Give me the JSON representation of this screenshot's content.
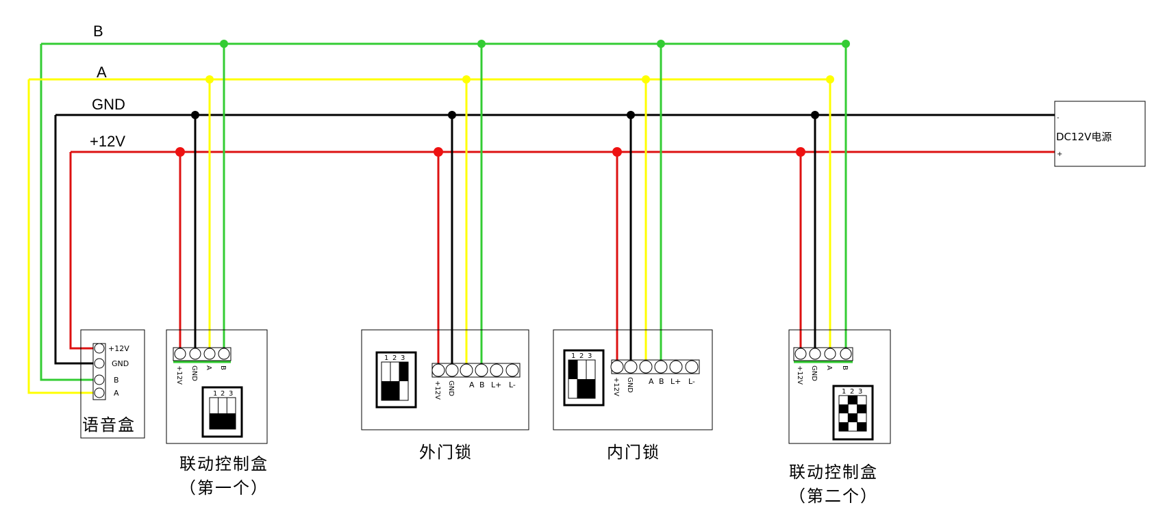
{
  "colors": {
    "wire_b": "#33cc33",
    "wire_a": "#ffff00",
    "wire_gnd": "#000000",
    "wire_12v": "#dd1111",
    "dot_b": "#33cc33",
    "dot_a": "#ffff00",
    "dot_gnd": "#000000",
    "dot_12v": "#ee1111"
  },
  "buses": {
    "b": "B",
    "a": "A",
    "gnd": "GND",
    "v12": "+12V"
  },
  "power_supply": {
    "label": "DC12V电源",
    "minus": "-",
    "plus": "+"
  },
  "voice_box": {
    "label": "语音盒",
    "terminals": [
      "+12V",
      "GND",
      "B",
      "A"
    ]
  },
  "linkage_box_1": {
    "line1": "联动控制盒",
    "line2": "（第一个）",
    "terminals": [
      "+12V",
      "GND",
      "A",
      "B"
    ],
    "dip": [
      "1",
      "2",
      "3"
    ]
  },
  "outer_lock": {
    "label": "外门锁",
    "terminals": [
      "+12V",
      "GND",
      "A",
      "B",
      "L+",
      "L-"
    ],
    "dip": [
      "1",
      "2",
      "3"
    ]
  },
  "inner_lock": {
    "label": "内门锁",
    "terminals": [
      "+12V",
      "GND",
      "A",
      "B",
      "L+",
      "L-"
    ],
    "dip": [
      "1",
      "2",
      "3"
    ]
  },
  "linkage_box_2": {
    "line1": "联动控制盒",
    "line2": "（第二个）",
    "terminals": [
      "+12V",
      "GND",
      "A",
      "B"
    ],
    "dip": [
      "1",
      "2",
      "3"
    ]
  }
}
